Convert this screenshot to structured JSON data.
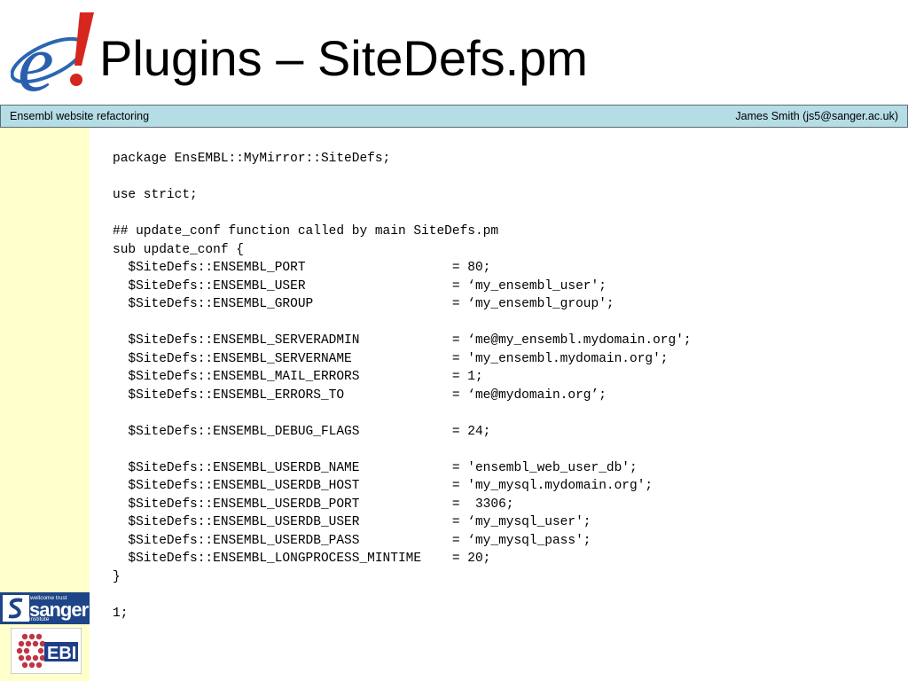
{
  "header": {
    "title": "Plugins – SiteDefs.pm",
    "logo_icon": "ensembl-e-logo"
  },
  "banner": {
    "left": "Ensembl website refactoring",
    "right": "James Smith (js5@sanger.ac.uk)"
  },
  "sidebar": {
    "sanger_logo": {
      "small": "wellcome trust",
      "big": "sanger",
      "sub": "institute"
    },
    "ebi_logo": {
      "text": "EBI"
    }
  },
  "code_lines": [
    "package EnsEMBL::MyMirror::SiteDefs;",
    "",
    "use strict;",
    "",
    "## update_conf function called by main SiteDefs.pm",
    "sub update_conf {",
    "  $SiteDefs::ENSEMBL_PORT                   = 80;",
    "  $SiteDefs::ENSEMBL_USER                   = ‘my_ensembl_user';",
    "  $SiteDefs::ENSEMBL_GROUP                  = ‘my_ensembl_group';",
    "",
    "  $SiteDefs::ENSEMBL_SERVERADMIN            = ‘me@my_ensembl.mydomain.org';",
    "  $SiteDefs::ENSEMBL_SERVERNAME             = 'my_ensembl.mydomain.org';",
    "  $SiteDefs::ENSEMBL_MAIL_ERRORS            = 1;",
    "  $SiteDefs::ENSEMBL_ERRORS_TO              = ‘me@mydomain.org’;",
    "",
    "  $SiteDefs::ENSEMBL_DEBUG_FLAGS            = 24;",
    "",
    "  $SiteDefs::ENSEMBL_USERDB_NAME            = 'ensembl_web_user_db';",
    "  $SiteDefs::ENSEMBL_USERDB_HOST            = 'my_mysql.mydomain.org';",
    "  $SiteDefs::ENSEMBL_USERDB_PORT            =  3306;",
    "  $SiteDefs::ENSEMBL_USERDB_USER            = ‘my_mysql_user';",
    "  $SiteDefs::ENSEMBL_USERDB_PASS            = ‘my_mysql_pass';",
    "  $SiteDefs::ENSEMBL_LONGPROCESS_MINTIME    = 20;",
    "}",
    "",
    "1;"
  ]
}
